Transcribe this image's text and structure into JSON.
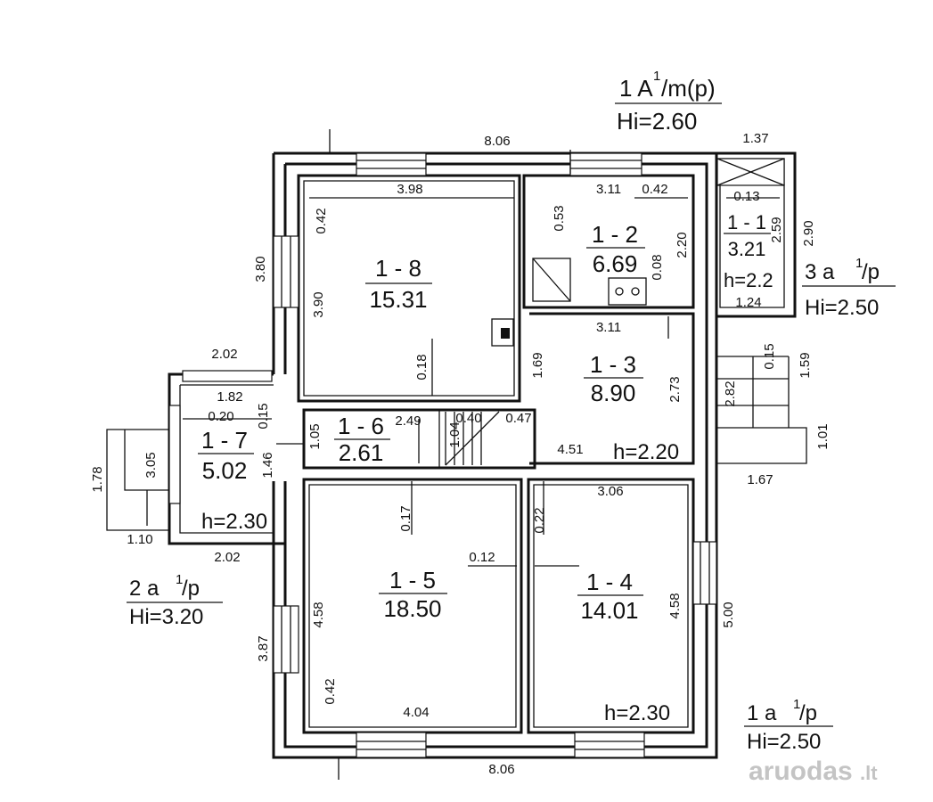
{
  "rooms": [
    {
      "id": "1 - 8",
      "area": "15.31"
    },
    {
      "id": "1 - 2",
      "area": "6.69"
    },
    {
      "id": "1 - 1",
      "area": "3.21"
    },
    {
      "id": "1 - 3",
      "area": "8.90"
    },
    {
      "id": "1 - 7",
      "area": "5.02"
    },
    {
      "id": "1 - 6",
      "area": "2.61"
    },
    {
      "id": "1 - 5",
      "area": "18.50"
    },
    {
      "id": "1 - 4",
      "area": "14.01"
    }
  ],
  "heights": {
    "r11": "h=2.2",
    "r13": "h=2.20",
    "r17": "h=2.30",
    "r14": "h=2.30"
  },
  "notes": {
    "main_a": "1 A",
    "main_sup": "1",
    "main_b": "/m(p)",
    "main_hi": "Hi=2.60",
    "n3_a": "3 a",
    "n3_sup": "1",
    "n3_b": "/p",
    "n3_hi": "Hi=2.50",
    "n2_a": "2 a",
    "n2_sup": "1",
    "n2_b": "/p",
    "n2_hi": "Hi=3.20",
    "n1_a": "1 a",
    "n1_sup": "1",
    "n1_b": "/p",
    "n1_hi": "Hi=2.50"
  },
  "dimensions": {
    "top_806": "8.06",
    "top_137": "1.37",
    "r18_w": "3.98",
    "r18_h": "3.90",
    "left_380": "3.80",
    "r18_042": "0.42",
    "r18_018": "0.18",
    "r12_311": "3.11",
    "r12_042": "0.42",
    "r12_053": "0.53",
    "r12_220": "2.20",
    "r12_008": "0.08",
    "r11_013": "0.13",
    "r11_259": "2.59",
    "r11_124": "1.24",
    "right_290": "2.90",
    "r13_311": "3.11",
    "r13_169": "1.69",
    "r13_273": "2.73",
    "r13_451": "4.51",
    "porch_015": "0.15",
    "porch_159": "1.59",
    "porch_282": "2.82",
    "porch_101": "1.01",
    "porch_167": "1.67",
    "r17_202top": "2.02",
    "r17_182": "1.82",
    "r17_020": "0.20",
    "r17_015": "0.15",
    "r17_146": "1.46",
    "r17_105": "1.05",
    "r17_305": "3.05",
    "r17_178": "1.78",
    "r17_110": "1.10",
    "r17_202bot": "2.02",
    "r16_249": "2.49",
    "r16_040": "0.40",
    "r16_047": "0.47",
    "r16_104": "1.04",
    "r15_017": "0.17",
    "r15_012": "0.12",
    "r15_458": "4.58",
    "r15_042": "0.42",
    "r15_404": "4.04",
    "left_387": "3.87",
    "r14_306": "3.06",
    "r14_022": "0.22",
    "r14_458": "4.58",
    "right_500": "5.00",
    "bottom_806": "8.06"
  },
  "watermark": {
    "main": "aruodas",
    "suffix": ".lt"
  }
}
